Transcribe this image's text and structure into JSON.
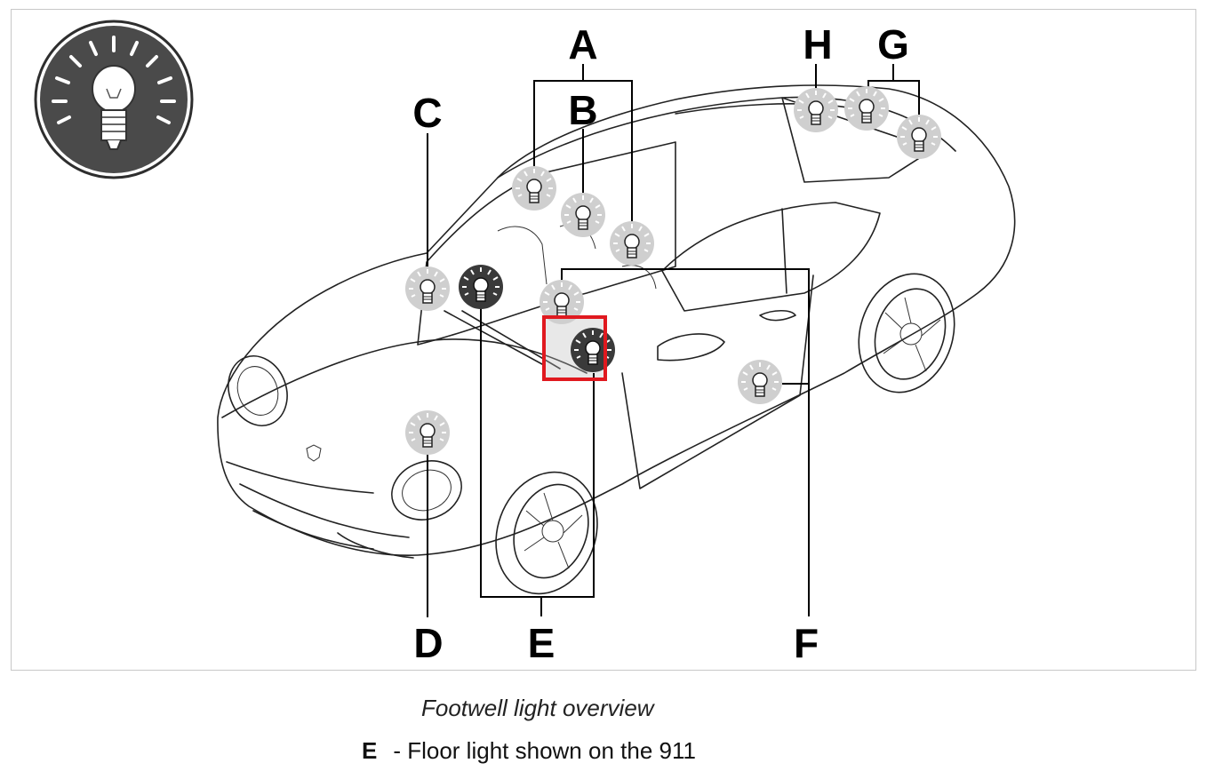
{
  "callouts": {
    "A": "A",
    "B": "B",
    "C": "C",
    "D": "D",
    "E": "E",
    "F": "F",
    "G": "G",
    "H": "H"
  },
  "caption": "Footwell light overview",
  "legend": {
    "key": "E",
    "text": "- Floor light shown on the 911"
  },
  "icons": {
    "header": "light-bulb-icon",
    "bulb": "bulb-icon"
  },
  "colors": {
    "bulb_default": "#c9c9c9",
    "bulb_highlight": "#3c3c3c",
    "highlight_box": "#e0191f"
  }
}
